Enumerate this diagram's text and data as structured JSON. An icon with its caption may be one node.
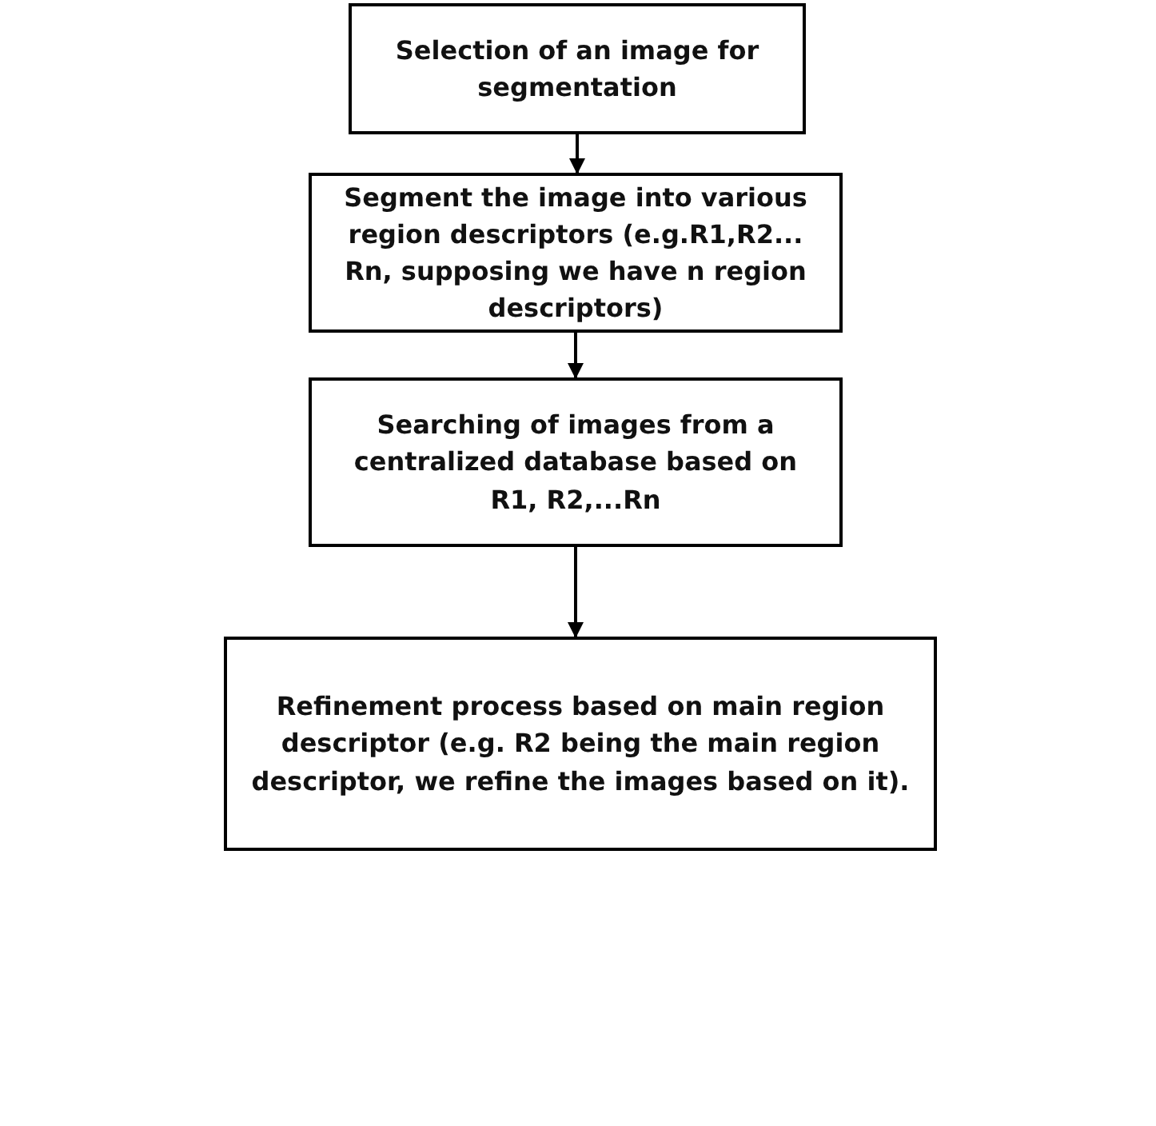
{
  "diagram": {
    "nodes": [
      {
        "text": [
          "Selection of an image for segmentation"
        ]
      },
      {
        "text": [
          "Segment the image into various region descriptors (e.g.R1,R2... Rn, supposing we have n region descriptors)"
        ]
      },
      {
        "text": [
          "Searching of images from a centralized database based on R1, R2,...Rn"
        ]
      },
      {
        "text": [
          "Refinement process based on main region descriptor (e.g. R2 being the main region descriptor, we refine the images based on it)."
        ]
      }
    ],
    "edges": [
      {
        "from": 0,
        "to": 1,
        "arrow": "to"
      },
      {
        "from": 1,
        "to": 2,
        "arrow": "to"
      },
      {
        "from": 2,
        "to": 3,
        "arrow": "to"
      }
    ]
  }
}
